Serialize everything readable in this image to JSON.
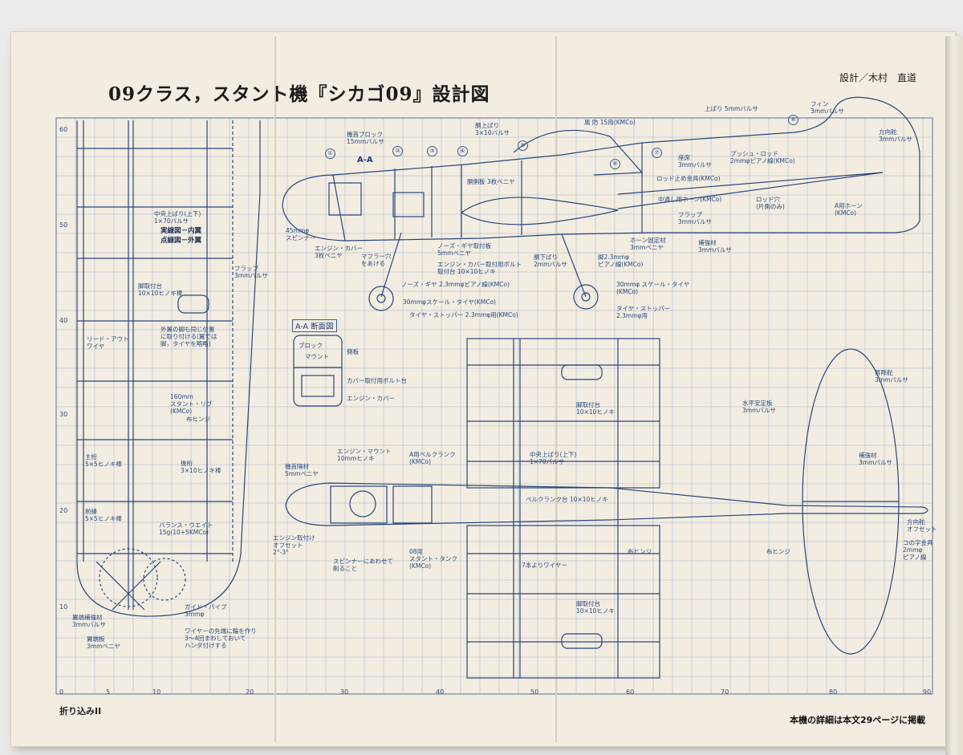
{
  "document": {
    "title": "09クラス，スタント機『シカゴ09』設計図",
    "designer": "設計／木村　直道",
    "fold_label": "折り込みII",
    "footnote": "本機の詳細は本文29ページに掲載"
  },
  "grid": {
    "y_ticks": [
      "60",
      "50",
      "40",
      "30",
      "20",
      "10"
    ],
    "x_ticks": [
      "0",
      "5",
      "10",
      "20",
      "30",
      "40",
      "50",
      "60",
      "70",
      "80",
      "90"
    ]
  },
  "side_view": {
    "section_mark": "A-A",
    "station_numbers": [
      "①",
      "②",
      "③",
      "④",
      "⑤",
      "⑥",
      "⑦",
      "⑧"
    ],
    "labels": {
      "nose_block": "機首ブロック\n15mmバルサ",
      "spar_upper": "胴上ばり\n3×10バルサ",
      "fairing": "風 防 15用(KMCo)",
      "top_spar": "上ばり 5mmバルサ",
      "fin": "フィン\n3mmバルサ",
      "rudder": "方向舵\n3mmバルサ",
      "side_plate": "胴側板 3枚ベニヤ",
      "seat": "座席\n3mmバルサ",
      "pushrod": "プッシュ・ロッド\n2mmφピアノ線(KMCo)",
      "rod_fitting": "ロッド止め金具(KMCo)",
      "mid_horn": "中通し用ホーン(KMCo)",
      "rod_hole": "ロッド穴\n(片側のみ)",
      "flap": "フラップ\n3mmバルサ",
      "a_horn": "A用ホーン\n(KMCo)",
      "spinner": "45mmφ\nスピンナー",
      "engine_cover": "エンジン・カバー\n3枚ベニヤ",
      "muffler": "マフラー穴\nをあける",
      "nose_gear_plate": "ノーズ・ギヤ取付板\n5mmベニヤ",
      "cover_bolt": "エンジン・カバー取付用ボルト\n取付台 10×10ヒノキ",
      "lower_spar": "胴下ばり\n2mmバルサ",
      "main_gear": "脚2.3mmφ\nピアノ線(KMCo)",
      "horn_mount": "ホーン固定材\n3mmベニヤ",
      "reinforce": "補強材\n3mmバルサ",
      "nose_gear": "ノーズ・ギヤ 2.3mmφピアノ線(KMCo)",
      "nose_tire": "30mmφスケール・タイヤ(KMCo)",
      "tire_stopper": "タイヤ・ストッパー 2.3mmφ用(KMCo)",
      "main_tire": "30mmφ スケール・タイヤ\n(KMCo)",
      "main_stopper": "タイヤ・ストッパー\n2.3mmφ用"
    }
  },
  "section_aa": {
    "title": "A-A 断面図",
    "labels": {
      "block": "ブロック",
      "mount": "マウント",
      "side": "側板",
      "cover_base": "カバー取付用ボルト台",
      "engine_cover": "エンジン・カバー"
    }
  },
  "wing": {
    "labels": {
      "mid_spar": "中央上ばり(上下)\n1×70バルサ",
      "solid_inner": "実線図－内翼",
      "dashed_outer": "点線図－外翼",
      "flap": "フラップ\n3mmバルサ",
      "gear_mount": "脚取付台\n10×10ヒノキ棒",
      "same_pos": "外翼の脚も同じ位置\nに取り付ける(翼では\n脚，タイヤを略略)",
      "lead_out": "リード・アウト\nワイヤ",
      "stunt_rib": "160mm\nスタント・リブ\n(KMCo)",
      "cloth_hinge": "布ヒンジ",
      "main_spar": "主桁\n5×5ヒノキ棒",
      "rear_spar": "後桁\n3×10ヒノキ棒",
      "leading_edge": "前縁\n5×5ヒノキ棒",
      "balance": "バランス・ウエイト\n15g(10+5KMCo)",
      "tip_reinforce": "翼端補強材\n3mmバルサ",
      "tip_plate": "翼端板\n3mmベニヤ",
      "guide_pipe": "ガイド・パイプ\n3mmφ",
      "wire_note": "ワイヤーの先端に輪を作り\n3～4回まわしておいて\nハンダ付けする"
    }
  },
  "plan_view": {
    "labels": {
      "engine_mount": "エンジン・マウント\n10mmヒノキ",
      "bellcrank": "A用ベルクランク\n(KMCo)",
      "mid_spar": "中央上ばり(上下)\n1×70バルサ",
      "gear_mount": "脚取付台\n10×10ヒノキ",
      "reinforce": "補強材\n3mmバルサ",
      "stab": "水平安定板\n3mmバルサ",
      "elevator": "昇降舵\n3mmバルサ",
      "nose_bulk": "機首隔材\n5mmベニヤ",
      "bellcrank_mount": "ベルクランク台 10×10ヒノキ",
      "offset": "エンジン取付け\nオフセット\n2°-3°",
      "spinner_fit": "スピンナーにあわせて\n削ること",
      "tank": "08用\nスタント・タンク\n(KMCo)",
      "cloth_hinge": "布ヒンジ",
      "rudder_offset": "方向舵\nオフセット",
      "cloth_hinge_r": "布ヒンジ",
      "coupler": "コの字金具\n2mmφ\nピアノ線",
      "braided": "7本よりワイヤー",
      "gear_mount2": "脚取付台\n10×10ヒノキ"
    }
  },
  "colors": {
    "paper": "#f3ede1",
    "ink": "#1f3a6e",
    "grid": "#8ea0c2"
  }
}
